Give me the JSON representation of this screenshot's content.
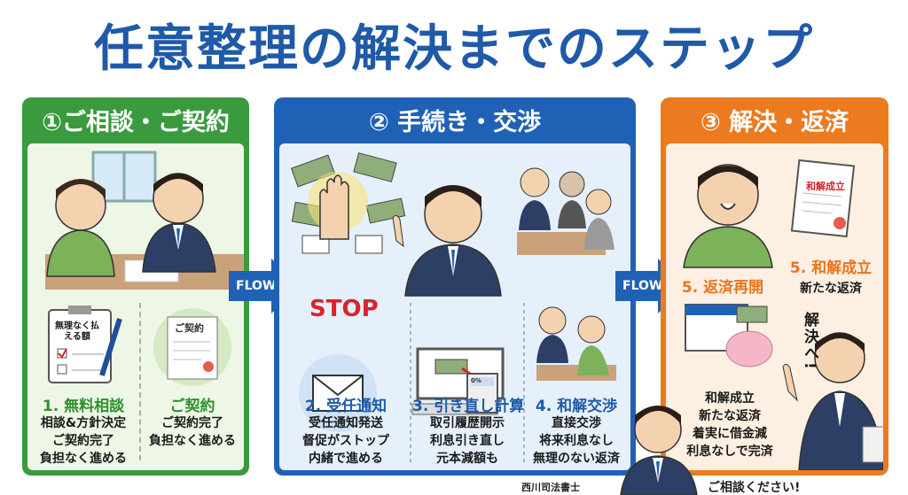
{
  "title": "任意整理の解決までのステップ",
  "flow_label": "FLOW",
  "panels": [
    {
      "heading": "①ご相談・ご契約",
      "steps": [
        {
          "label": "1. 無料相談",
          "lines": [
            "相談&方針決定",
            "ご契約完了",
            "負担なく進める"
          ]
        },
        {
          "label": "ご契約",
          "lines": [
            "ご契約完了",
            "負担なく進める"
          ]
        }
      ],
      "note_pad": "無理なく払える額",
      "contract_paper": "ご契約"
    },
    {
      "heading": "② 手続き・交渉",
      "stop_text": "STOP",
      "steps": [
        {
          "label": "2. 受任通知",
          "lines": [
            "受任通知発送",
            "督促がストップ",
            "内緒で進める"
          ]
        },
        {
          "label": "3. 引き直し計算",
          "lines": [
            "取引履歴開示",
            "利息引き直し",
            "元本減額も"
          ]
        },
        {
          "label": "4. 和解交渉",
          "lines": [
            "直接交渉",
            "将来利息なし",
            "無理のない返済"
          ]
        }
      ],
      "calc_display": "0%"
    },
    {
      "heading": "③ 解決・返済",
      "doc_title": "和解成立",
      "steps": [
        {
          "label": "5. 和解成立",
          "lines": [
            "新たな返済"
          ]
        },
        {
          "label": "5. 返済再開",
          "lines": [
            "和解成立",
            "新たな返済",
            "着実に借金減",
            "利息なしで完済"
          ]
        }
      ],
      "speech": "解決へ!"
    }
  ],
  "footer": {
    "name": "西川司法書士",
    "message": "ご相談ください!"
  },
  "colors": {
    "title": "#1f5aa8",
    "green": "#3a9a3e",
    "blue": "#1f62b5",
    "orange": "#ec7a1e",
    "stop": "#d9232e"
  }
}
